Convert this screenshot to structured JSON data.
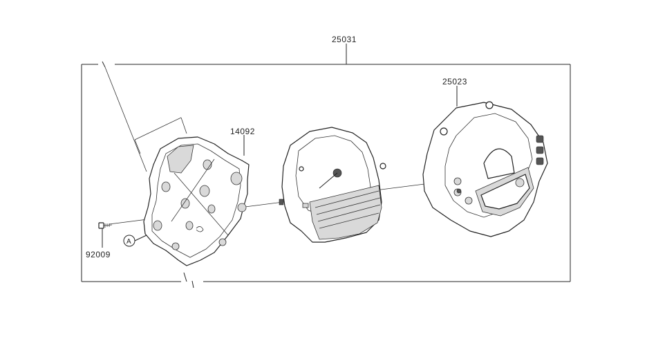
{
  "diagram": {
    "callouts": {
      "assembly": "25031",
      "front_cover": "25023",
      "rear_case": "14092",
      "screw": "92009",
      "ref_marker": "A"
    }
  }
}
